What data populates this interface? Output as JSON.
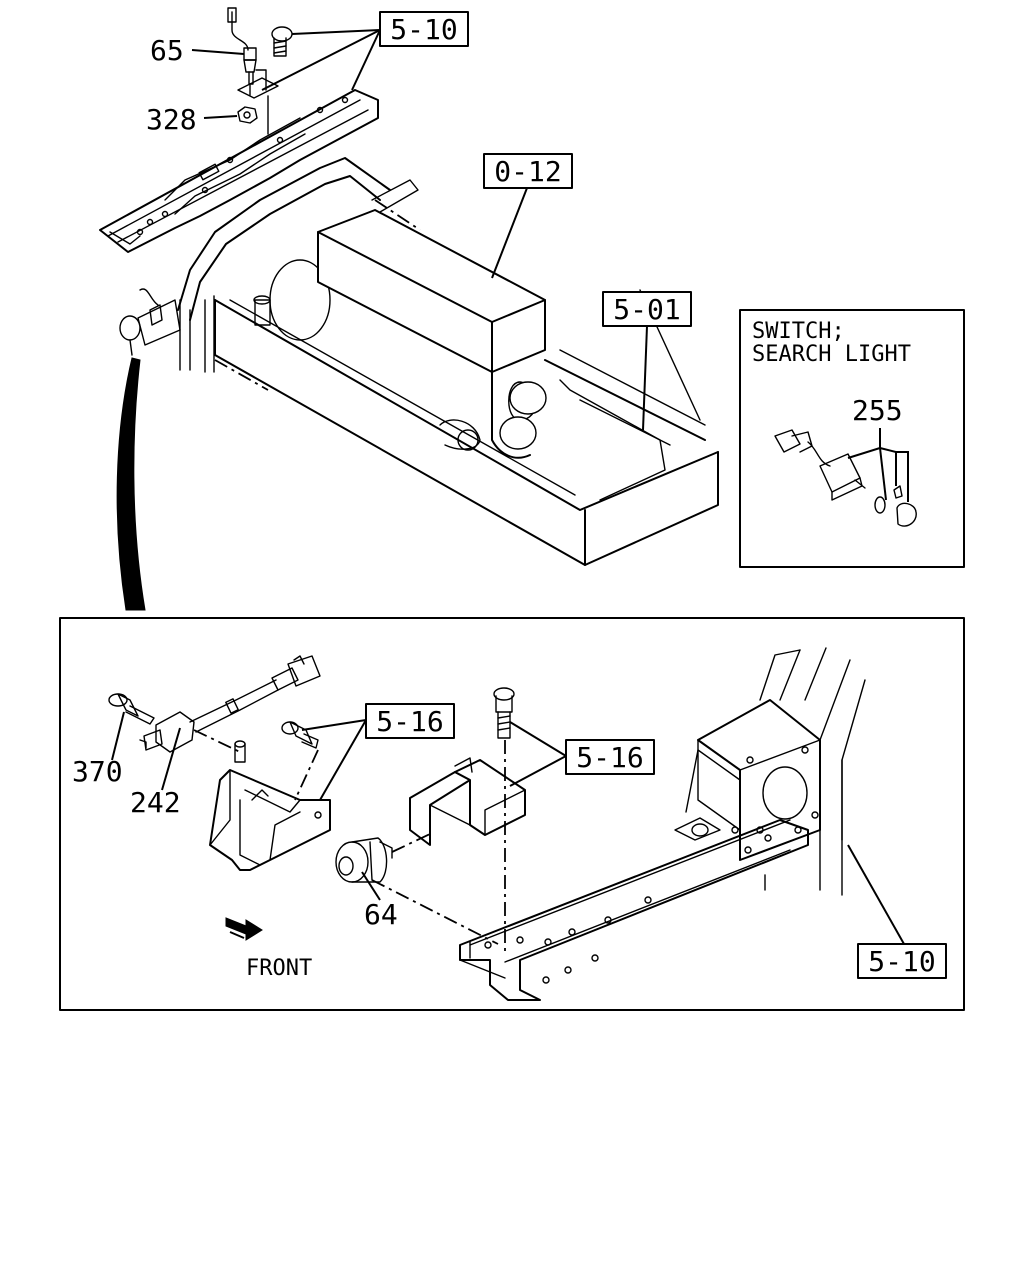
{
  "labels": {
    "ref_5_10_top": "5-10",
    "ref_0_12": "0-12",
    "ref_5_01": "5-01",
    "ref_5_16_a": "5-16",
    "ref_5_16_b": "5-16",
    "ref_5_10_bottom": "5-10",
    "part_65": "65",
    "part_328": "328",
    "part_255": "255",
    "part_370": "370",
    "part_242": "242",
    "part_64": "64",
    "inset_title_line1": "SWITCH;",
    "inset_title_line2": "SEARCH LIGHT",
    "front_label": "FRONT"
  }
}
